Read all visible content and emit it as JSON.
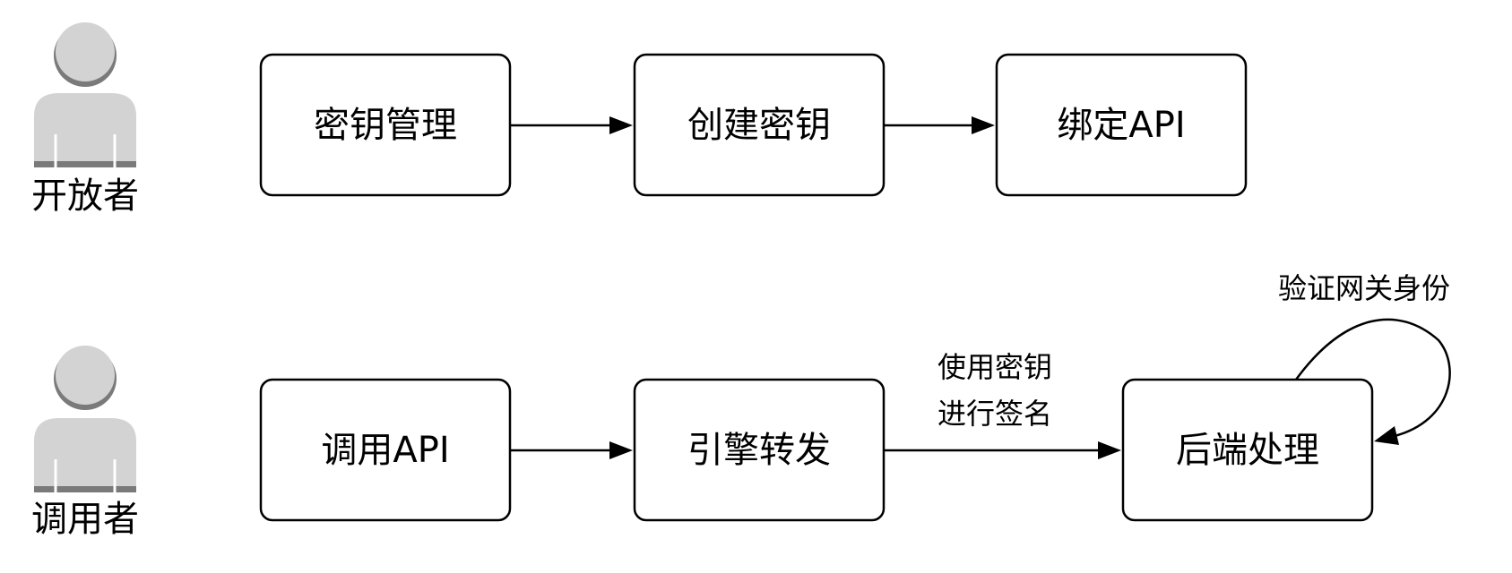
{
  "colors": {
    "actor_fill": "#d3d3d3",
    "actor_shade": "#7a7a7a",
    "box_border": "#000000",
    "box_fill": "#ffffff",
    "arrow": "#000000",
    "text": "#000000"
  },
  "actors": {
    "opener": {
      "label": "开放者",
      "icon": "person-icon"
    },
    "caller": {
      "label": "调用者",
      "icon": "person-icon"
    }
  },
  "flow_top": {
    "key_management": "密钥管理",
    "create_key": "创建密钥",
    "bind_api": "绑定API"
  },
  "flow_bottom": {
    "call_api": "调用API",
    "engine_forward": "引擎转发",
    "backend_process": "后端处理"
  },
  "edge_labels": {
    "sign_line1": "使用密钥",
    "sign_line2": "进行签名",
    "verify_gateway": "验证网关身份"
  }
}
